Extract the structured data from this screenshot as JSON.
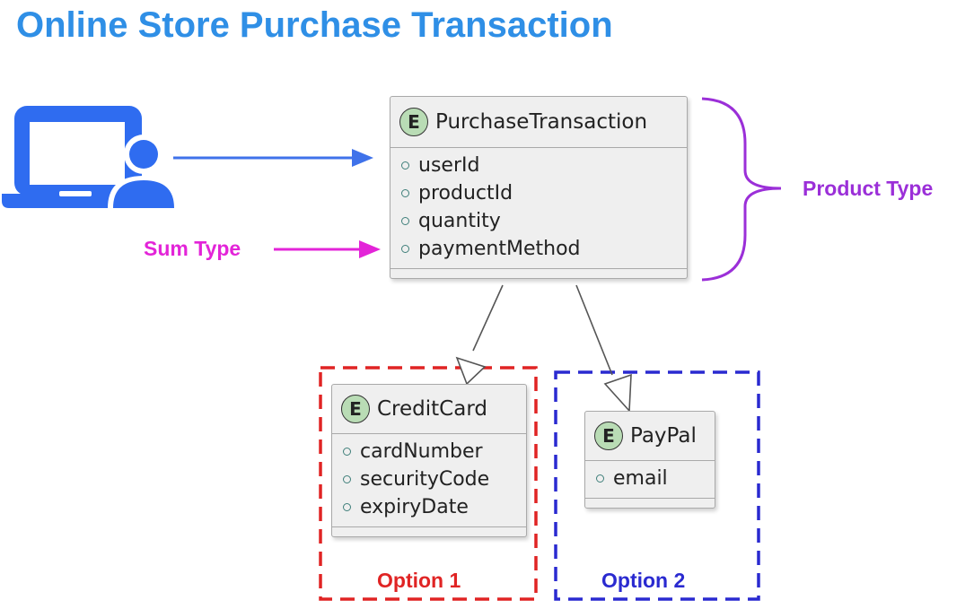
{
  "title": "Online Store Purchase Transaction",
  "colors": {
    "title": "#2f8fe6",
    "user_icon": "#2f6cf0",
    "arrow_user": "#3f72ea",
    "sum_type": "#e324d8",
    "product_type": "#9b2fd8",
    "option1": "#e02424",
    "option2": "#2a2ad0",
    "entity_badge": "#b9dcb5"
  },
  "icons": {
    "user": "laptop-user-icon"
  },
  "annotations": {
    "sum_type": "Sum Type",
    "product_type": "Product Type",
    "option1": "Option 1",
    "option2": "Option 2"
  },
  "entities": {
    "purchase_transaction": {
      "badge": "E",
      "name": "PurchaseTransaction",
      "attributes": [
        "userId",
        "productId",
        "quantity",
        "paymentMethod"
      ]
    },
    "credit_card": {
      "badge": "E",
      "name": "CreditCard",
      "attributes": [
        "cardNumber",
        "securityCode",
        "expiryDate"
      ]
    },
    "paypal": {
      "badge": "E",
      "name": "PayPal",
      "attributes": [
        "email"
      ]
    }
  }
}
